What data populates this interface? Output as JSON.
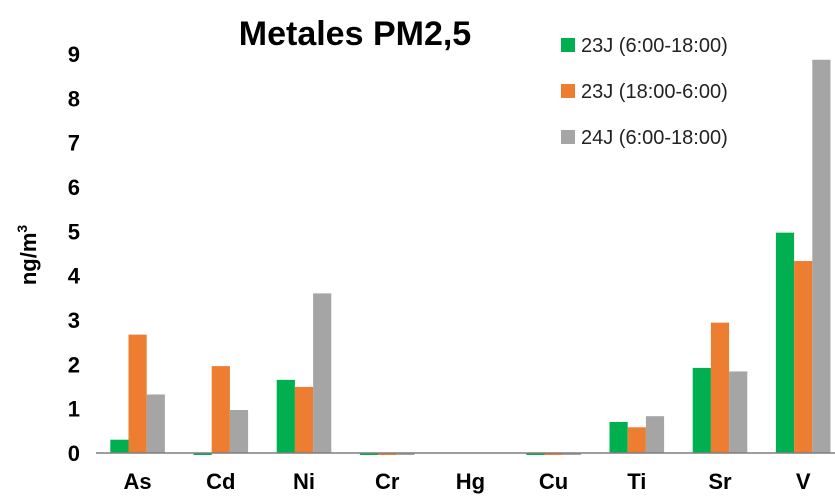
{
  "chart_data": {
    "type": "bar",
    "title": "Metales PM2,5",
    "ylabel_main": "ng/m",
    "ylabel_sup": "3",
    "xlabel": "",
    "ylim": [
      0,
      9
    ],
    "yticks": [
      0,
      1,
      2,
      3,
      4,
      5,
      6,
      7,
      8,
      9
    ],
    "grid": false,
    "legend_position": "top-right",
    "categories": [
      "As",
      "Cd",
      "Ni",
      "Cr",
      "Hg",
      "Cu",
      "Ti",
      "Sr",
      "V"
    ],
    "series": [
      {
        "name": "23J (6:00-18:00)",
        "color": "#00b050",
        "values": [
          0.3,
          -0.03,
          1.65,
          -0.03,
          0,
          -0.03,
          0.7,
          1.92,
          4.97
        ]
      },
      {
        "name": "23J (18:00-6:00)",
        "color": "#ed7d31",
        "values": [
          2.67,
          1.96,
          1.49,
          -0.03,
          0,
          -0.03,
          0.58,
          2.94,
          4.33
        ]
      },
      {
        "name": "24J (6:00-18:00)",
        "color": "#a5a5a5",
        "values": [
          1.32,
          0.97,
          3.6,
          -0.03,
          0,
          -0.03,
          0.83,
          1.84,
          8.87
        ]
      }
    ]
  }
}
